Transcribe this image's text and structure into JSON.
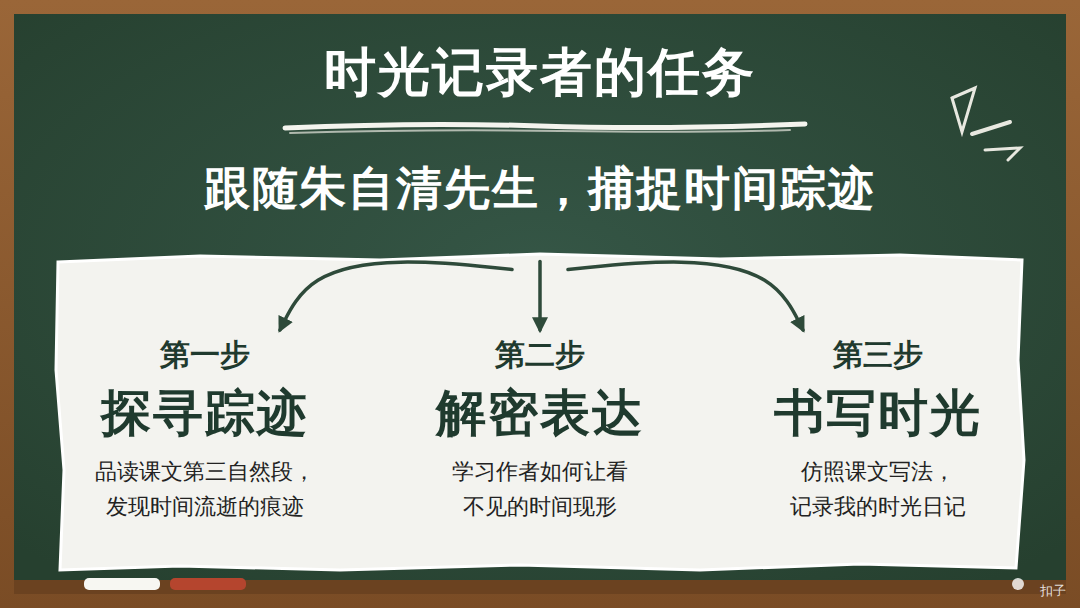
{
  "diagram": {
    "title": "时光记录者的任务",
    "nodes": [
      {
        "text": [
          "跟随朱自清先生，捕捉时间踪迹"
        ]
      },
      {
        "text": [
          "第一步",
          "探寻踪迹",
          "品读课文第三自然段， 发现时间流逝的痕迹"
        ]
      },
      {
        "text": [
          "第二步",
          "解密表达",
          "学习作者如何让看 不见的时间现形"
        ]
      },
      {
        "text": [
          "第三步",
          "书写时光",
          "仿照课文写法， 记录我的时光日记"
        ]
      }
    ],
    "edges": [
      {
        "from": 0,
        "to": 1,
        "arrow": "to"
      },
      {
        "from": 0,
        "to": 2,
        "arrow": "to"
      },
      {
        "from": 0,
        "to": 3,
        "arrow": "to"
      }
    ],
    "labels": [
      "扣子"
    ]
  }
}
